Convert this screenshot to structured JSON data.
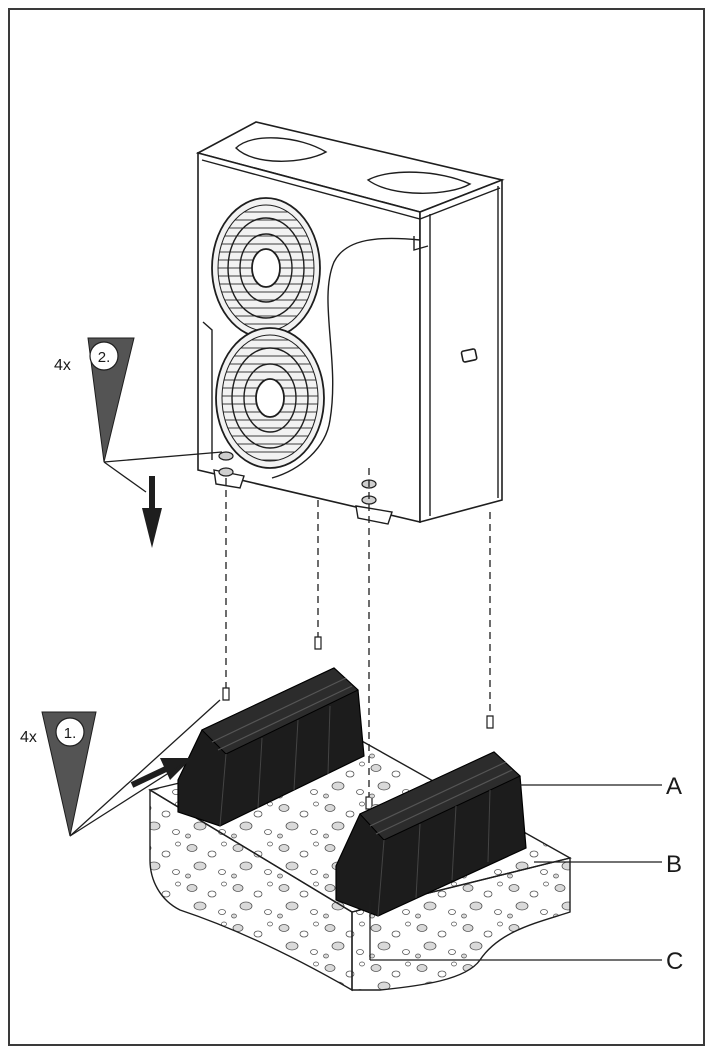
{
  "steps": [
    {
      "quantity": "4x",
      "number": "1."
    },
    {
      "quantity": "4x",
      "number": "2."
    }
  ],
  "callouts": [
    "A",
    "B",
    "C"
  ],
  "colors": {
    "line": "#1e1e1e",
    "block": "#1c1c1c",
    "step_marker": "#545454",
    "background": "#ffffff"
  },
  "icons": [
    "down-arrow-icon",
    "insert-arrow-icon",
    "fan-grille-icon"
  ]
}
